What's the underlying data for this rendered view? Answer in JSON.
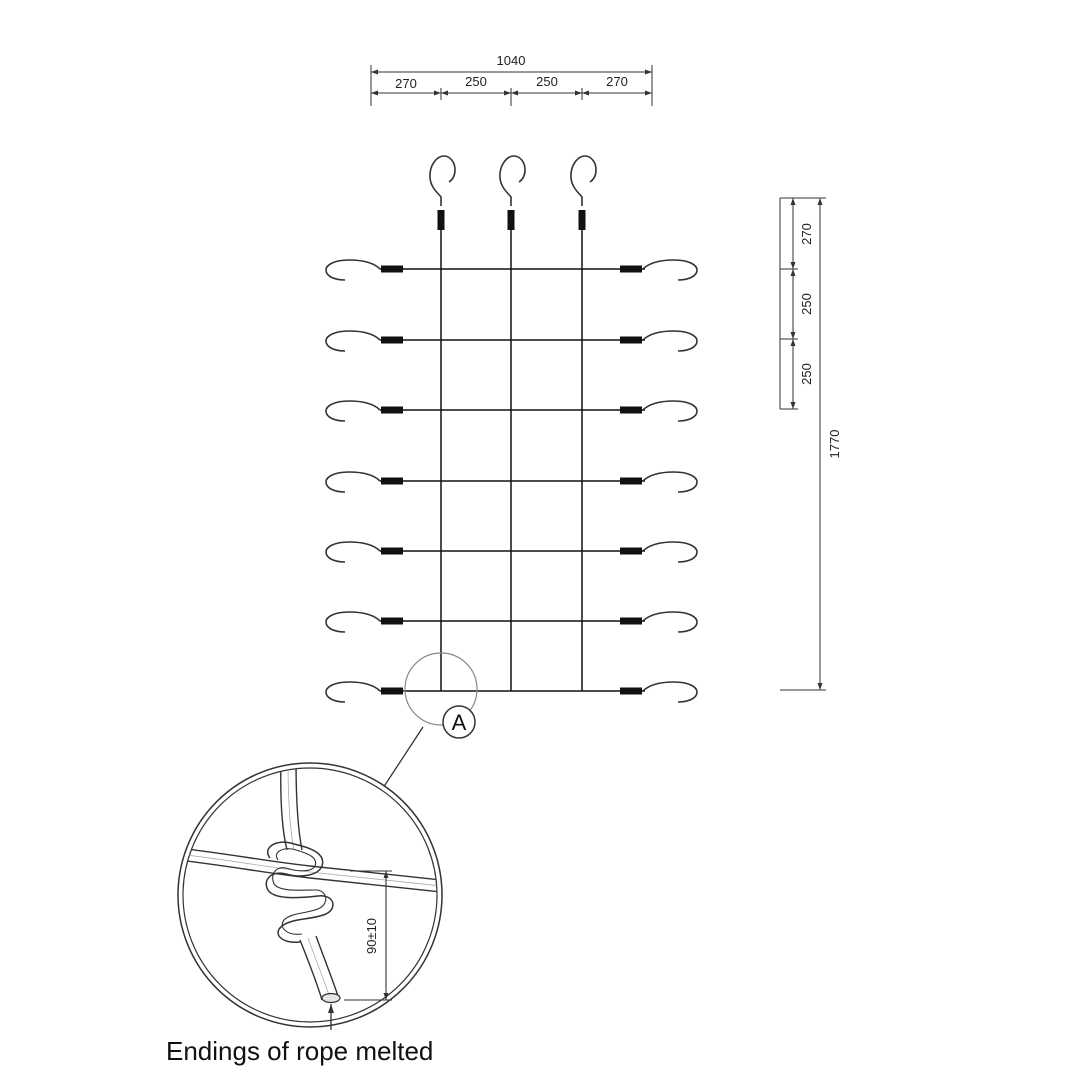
{
  "dimensions": {
    "overall_width": "1040",
    "width_segments": [
      "270",
      "250",
      "250",
      "270"
    ],
    "height_segments": [
      "270",
      "250",
      "250"
    ],
    "overall_height": "1770"
  },
  "detail": {
    "marker": "A",
    "knot_tolerance": "90±10",
    "caption": "Endings of rope melted"
  }
}
